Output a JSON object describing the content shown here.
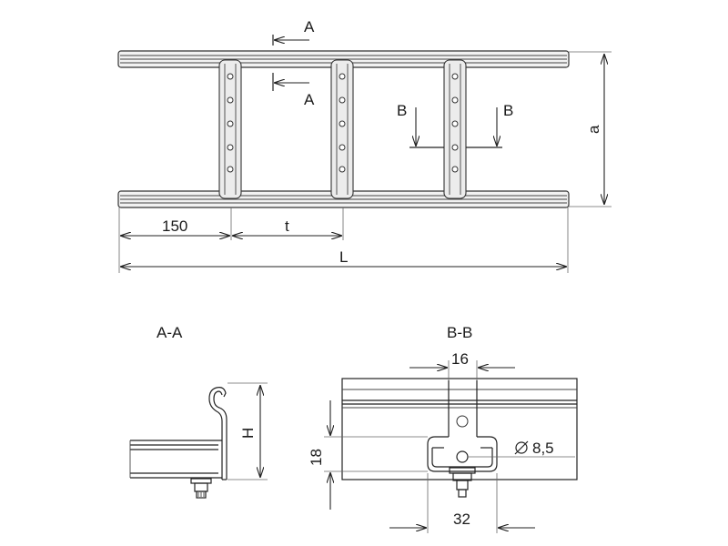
{
  "labels": {
    "section_a_top": "A",
    "section_a_bottom": "A",
    "section_b_left": "B",
    "section_b_right": "B",
    "dim_a": "a",
    "dim_150": "150",
    "dim_t": "t",
    "dim_L": "L",
    "section_aa_title": "A-A",
    "section_bb_title": "B-B",
    "dim_H": "H",
    "dim_16": "16",
    "dim_18": "18",
    "dim_hole": "8,5",
    "dim_32": "32"
  }
}
